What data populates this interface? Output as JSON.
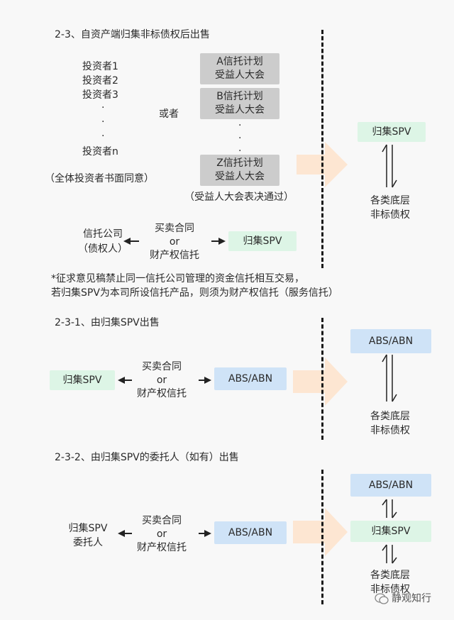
{
  "sections": {
    "s1": {
      "heading": "2-3、自资产端归集非标债权后出售",
      "investors": [
        "投资者1",
        "投资者2",
        "投资者3",
        "投资者n"
      ],
      "investor_note": "（全体投资者书面同意）",
      "or_label": "或者",
      "trust_boxes": [
        [
          "A信托计划",
          "受益人大会"
        ],
        [
          "B信托计划",
          "受益人大会"
        ],
        [
          "Z信托计划",
          "受益人大会"
        ]
      ],
      "trust_note": "（受益人大会表决通过）",
      "trustee": [
        "信托公司",
        "（债权人）"
      ],
      "contract": [
        "买卖合同",
        "or",
        "财产权信托"
      ],
      "spv": "归集SPV",
      "right_spv": "归集SPV",
      "assets": [
        "各类底层",
        "非标债权"
      ],
      "footnote": [
        "*征求意见稿禁止同一信托公司管理的资金信托相互交易，",
        "若归集SPV为本司所设信托产品，则须为财产权信托（服务信托）"
      ]
    },
    "s2": {
      "heading": "2-3-1、由归集SPV出售",
      "spv": "归集SPV",
      "contract": [
        "买卖合同",
        "or",
        "财产权信托"
      ],
      "abs": "ABS/ABN",
      "right_abs": "ABS/ABN",
      "assets": [
        "各类底层",
        "非标债权"
      ]
    },
    "s3": {
      "heading": "2-3-2、由归集SPV的委托人（如有）出售",
      "settlor": [
        "归集SPV",
        "委托人"
      ],
      "contract": [
        "买卖合同",
        "or",
        "财产权信托"
      ],
      "abs": "ABS/ABN",
      "right_abs": "ABS/ABN",
      "right_spv": "归集SPV",
      "assets": [
        "各类底层",
        "非标债权"
      ]
    }
  },
  "watermark": "静观知行",
  "colors": {
    "gray_box": "#cccccc",
    "green_box": "#ddf5e6",
    "blue_box": "#cfe3f7",
    "big_arrow": "#fde6d2",
    "background": "#f8f8f8"
  }
}
